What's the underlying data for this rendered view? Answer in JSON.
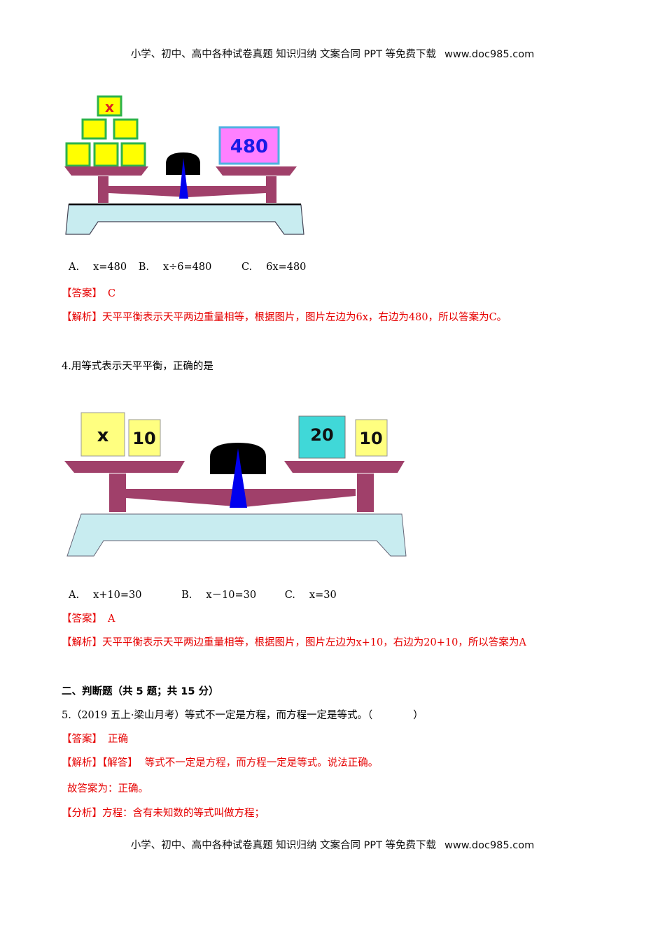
{
  "banner": {
    "text": "小学、初中、高中各种试卷真题 知识归纳 文案合同 PPT 等免费下载",
    "url": "www.doc985.com"
  },
  "q3": {
    "figure": {
      "left_blocks": {
        "count": 6,
        "top_label": "x",
        "fill": "#ffff00",
        "border": "#2db34a",
        "label_color": "#e02020"
      },
      "right_block": {
        "label": "480",
        "fill": "#ff80ff",
        "border": "#4fb0e0",
        "label_color": "#1a1ae6"
      },
      "scale_colors": {
        "pan": "#a0406a",
        "pointer": "#0000ee",
        "pivot": "#000000",
        "base": "#c8ecf0"
      }
    },
    "options": [
      {
        "letter": "A.",
        "text": "x=480"
      },
      {
        "letter": "B.",
        "text": "x÷6=480"
      },
      {
        "letter": "C.",
        "text": "6x=480"
      }
    ],
    "answer_tag": "【答案】",
    "answer": "C",
    "analysis_tag": "【解析】",
    "analysis": "天平平衡表示天平两边重量相等，根据图片，图片左边为6x，右边为480，所以答案为C。"
  },
  "q4": {
    "question": "4.用等式表示天平平衡，正确的是",
    "figure": {
      "left_blocks": [
        {
          "label": "x"
        },
        {
          "label": "10"
        }
      ],
      "right_blocks": [
        {
          "label": "20"
        },
        {
          "label": "10"
        }
      ],
      "colors": {
        "yellow": "#ffff80",
        "cyan": "#40d8d8"
      }
    },
    "options": [
      {
        "letter": "A.",
        "text": "x+10=30"
      },
      {
        "letter": "B.",
        "text": "x－10=30"
      },
      {
        "letter": "C.",
        "text": "x=30"
      }
    ],
    "answer_tag": "【答案】",
    "answer": "A",
    "analysis_tag": "【解析】",
    "analysis": "天平平衡表示天平两边重量相等，根据图片，图片左边为x+10，右边为20+10，所以答案为A"
  },
  "section2": {
    "heading": "二、判断题（共 5 题；共 15 分）"
  },
  "q5": {
    "question": "5.（2019 五上·梁山月考）等式不一定是方程，而方程一定是等式。（　　　　）",
    "answer_tag": "【答案】",
    "answer": "正确",
    "analysis_tag": "【解析】",
    "solution_tag": "【解答】",
    "solution": "等式不一定是方程，而方程一定是等式。说法正确。",
    "conclusion": "故答案为：正确。",
    "note_tag": "【分析】",
    "note": "方程：含有未知数的等式叫做方程；"
  }
}
